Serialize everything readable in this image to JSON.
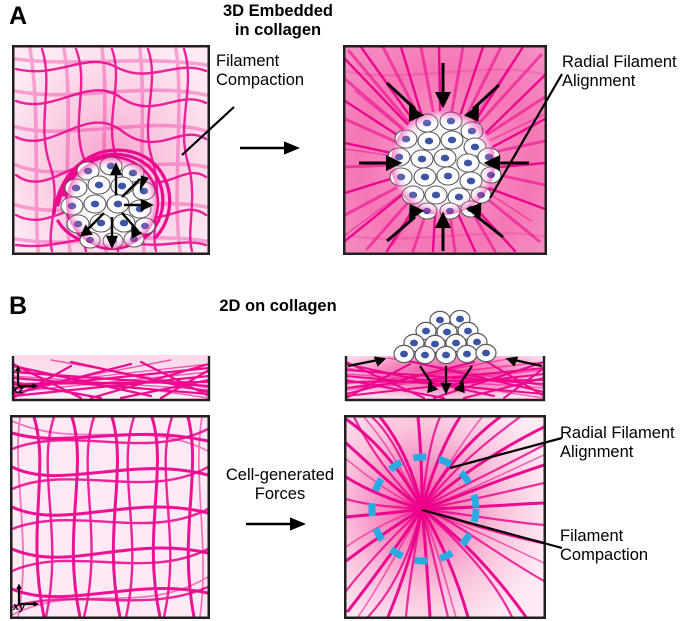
{
  "figure": {
    "background_color": "#ffffff",
    "collagen_color": "#ec008c",
    "collagen_light": "#fbd3e8",
    "cell_nucleus_color": "#3b55a4",
    "cell_body_color": "#ffffff",
    "cell_outline_color": "#58595b",
    "annotation_circle_color": "#29abe2",
    "arrow_color": "#000000",
    "panel_border_color": "#231f20"
  },
  "panels": {
    "a": {
      "letter": "A",
      "title": "3D Embedded\nin collagen",
      "left": {
        "caption_note": "Cell spheroid embedded in isotropic collagen network with inward arrows",
        "arrow_count": 6
      },
      "right": {
        "caption_note": "Spheroid with radially aligned compacted collagen and inward force arrows",
        "arrow_count": 8
      },
      "transition_arrow": "right-arrow",
      "callouts": [
        {
          "id": "filament-compaction",
          "text": "Filament\nCompaction"
        },
        {
          "id": "radial-filament-alignment",
          "text": "Radial Filament\nAlignment"
        }
      ]
    },
    "b": {
      "letter": "B",
      "title": "2D on collagen",
      "mid_label": "Cell-generated\nForces",
      "transition_arrow": "right-arrow",
      "axis_labels": [
        {
          "id": "xz-axis",
          "text": "xz"
        },
        {
          "id": "xy-axis",
          "text": "xy"
        }
      ],
      "left_side_view": {
        "caption_note": "Side (xz) view of flat collagen layer with randomly oriented filaments"
      },
      "right_side_view": {
        "caption_note": "Side (xz) view: cell mound atop compacted collagen layer with inward arrows",
        "arrow_count": 5
      },
      "left_top_view": {
        "caption_note": "Top (xy) view of isotropic collagen fiber network"
      },
      "right_top_view": {
        "caption_note": "Top (xy) view of radially aligned collagen with central compaction, cyan dashed circle marks cell colony footprint"
      },
      "callouts": [
        {
          "id": "radial-filament-alignment",
          "text": "Radial Filament\nAlignment"
        },
        {
          "id": "filament-compaction",
          "text": "Filament\nCompaction"
        }
      ]
    }
  }
}
